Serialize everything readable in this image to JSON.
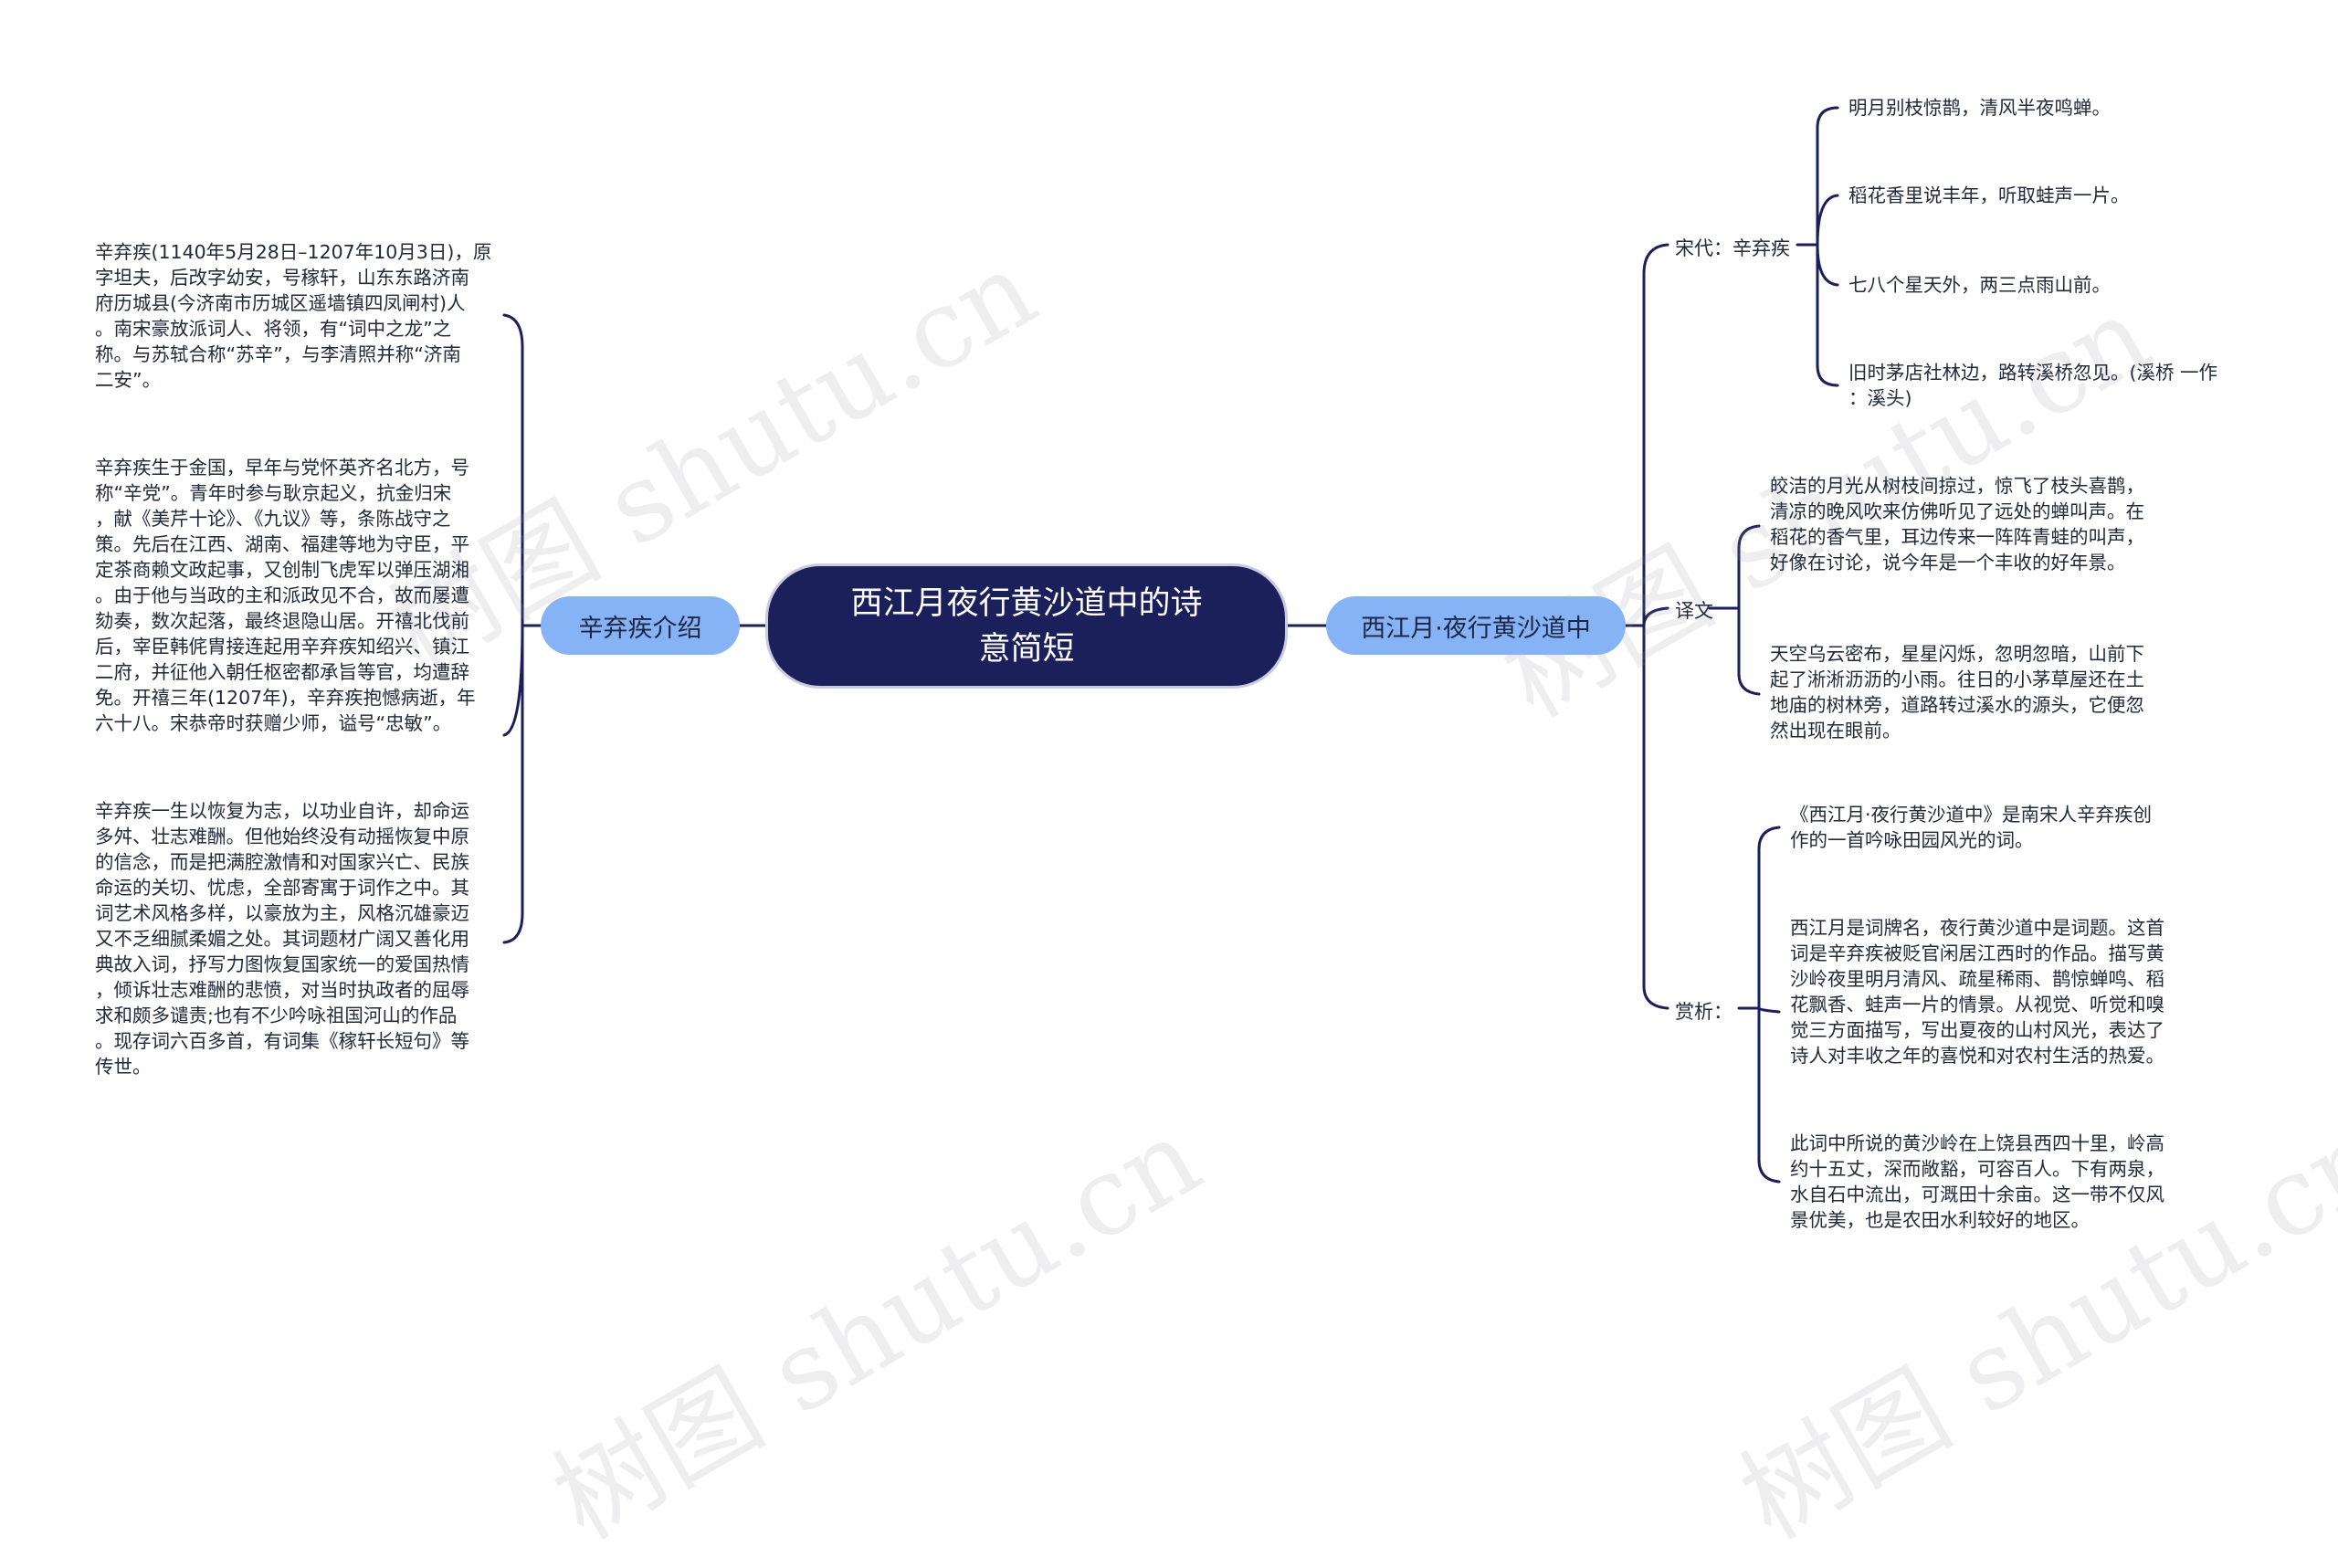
{
  "root": {
    "title_line1": "西江月夜行黄沙道中的诗",
    "title_line2": "意简短"
  },
  "left_branch": {
    "label": "辛弃疾介绍",
    "items": [
      "辛弃疾(1140年5月28日–1207年10月3日)，原\n字坦夫，后改字幼安，号稼轩，山东东路济南\n府历城县(今济南市历城区遥墙镇四凤闸村)人\n。南宋豪放派词人、将领，有“词中之龙”之\n称。与苏轼合称“苏辛”，与李清照并称“济南\n二安”。",
      "辛弃疾生于金国，早年与党怀英齐名北方，号\n称“辛党”。青年时参与耿京起义，抗金归宋\n，献《美芹十论》、《九议》等，条陈战守之\n策。先后在江西、湖南、福建等地为守臣，平\n定茶商赖文政起事，又创制飞虎军以弹压湖湘\n。由于他与当政的主和派政见不合，故而屡遭\n劾奏，数次起落，最终退隐山居。开禧北伐前\n后，宰臣韩侂胄接连起用辛弃疾知绍兴、镇江\n二府，并征他入朝任枢密都承旨等官，均遭辞\n免。开禧三年(1207年)，辛弃疾抱憾病逝，年\n六十八。宋恭帝时获赠少师，谥号“忠敏”。",
      "辛弃疾一生以恢复为志，以功业自许，却命运\n多舛、壮志难酬。但他始终没有动摇恢复中原\n的信念，而是把满腔激情和对国家兴亡、民族\n命运的关切、忧虑，全部寄寓于词作之中。其\n词艺术风格多样，以豪放为主，风格沉雄豪迈\n又不乏细腻柔媚之处。其词题材广阔又善化用\n典故入词，抒写力图恢复国家统一的爱国热情\n，倾诉壮志难酬的悲愤，对当时执政者的屈辱\n求和颇多谴责;也有不少吟咏祖国河山的作品\n。现存词六百多首，有词集《稼轩长短句》等\n传世。"
    ]
  },
  "right_branch": {
    "label": "西江月·夜行黄沙道中",
    "groups": [
      {
        "label": "宋代：辛弃疾",
        "items": [
          "明月别枝惊鹊，清风半夜鸣蝉。",
          "稻花香里说丰年，听取蛙声一片。",
          "七八个星天外，两三点雨山前。",
          "旧时茅店社林边，路转溪桥忽见。(溪桥 一作\n：溪头)"
        ]
      },
      {
        "label": "译文",
        "items": [
          "皎洁的月光从树枝间掠过，惊飞了枝头喜鹊，\n清凉的晚风吹来仿佛听见了远处的蝉叫声。在\n稻花的香气里，耳边传来一阵阵青蛙的叫声，\n好像在讨论，说今年是一个丰收的好年景。",
          "天空乌云密布，星星闪烁，忽明忽暗，山前下\n起了淅淅沥沥的小雨。往日的小茅草屋还在土\n地庙的树林旁，道路转过溪水的源头，它便忽\n然出现在眼前。"
        ]
      },
      {
        "label": "赏析：",
        "items": [
          "《西江月·夜行黄沙道中》是南宋人辛弃疾创\n作的一首吟咏田园风光的词。",
          "西江月是词牌名，夜行黄沙道中是词题。这首\n词是辛弃疾被贬官闲居江西时的作品。描写黄\n沙岭夜里明月清风、疏星稀雨、鹊惊蝉鸣、稻\n花飘香、蛙声一片的情景。从视觉、听觉和嗅\n觉三方面描写，写出夏夜的山村风光，表达了\n诗人对丰收之年的喜悦和对农村生活的热爱。",
          "此词中所说的黄沙岭在上饶县西四十里，岭高\n约十五丈，深而敞豁，可容百人。下有两泉，\n水自石中流出，可溉田十余亩。这一带不仅风\n景优美，也是农田水利较好的地区。"
        ]
      }
    ]
  },
  "watermark": "树图 shutu.cn",
  "colors": {
    "root_bg": "#1b1f5a",
    "branch_bg": "#86b2f6",
    "line": "#1b1f5a"
  }
}
